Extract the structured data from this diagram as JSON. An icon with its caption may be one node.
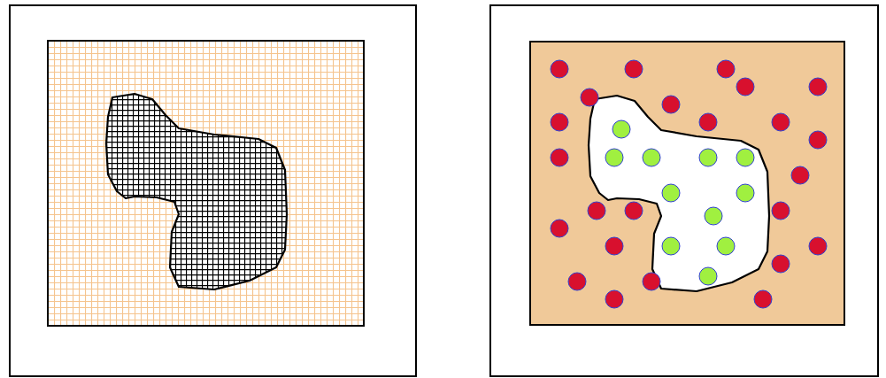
{
  "diagram": {
    "nodes": [
      {
        "text": [],
        "shape": "box"
      },
      {
        "text": [],
        "shape": "box",
        "in": 0
      },
      {
        "text": [],
        "shape": "blob",
        "in": 1
      },
      {
        "text": [],
        "shape": "box"
      },
      {
        "text": [],
        "shape": "box",
        "in": 3
      },
      {
        "text": [],
        "shape": "blob",
        "in": 4
      }
    ]
  }
}
